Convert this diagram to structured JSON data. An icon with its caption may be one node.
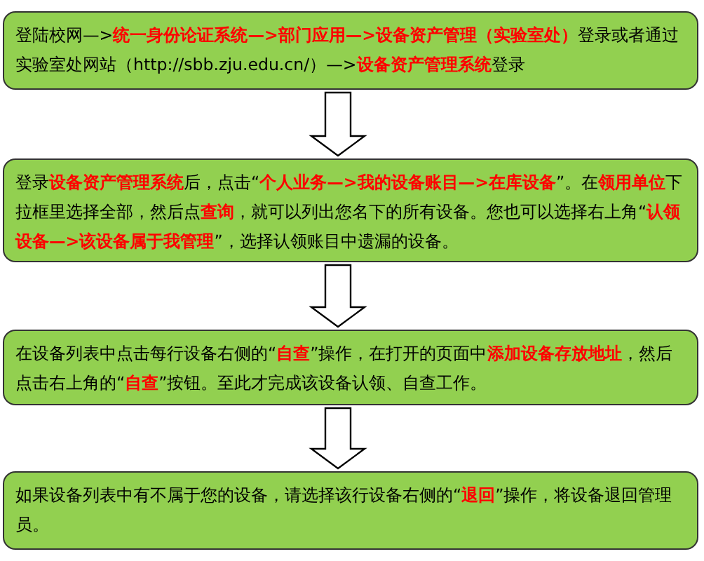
{
  "diagram": {
    "nodes": [
      {
        "text": [
          "登陆校网—>**统一身份论证系统—>部门应用—>设备资产管理（实验室处）**登录或者通过实验室处网站（http://sbb.zju.edu.cn/）—>**设备资产管理系统**登录"
        ]
      },
      {
        "text": [
          "登录**设备资产管理系统**后，点击“**个人业务—>我的设备账目—>在库设备**”。在**领用单位**下拉框里选择全部，然后点**查询**，就可以列出您名下的所有设备。您也可以选择右上角“**认领设备—>该设备属于我管理**”，选择认领账目中遗漏的设备。"
        ]
      },
      {
        "text": [
          "在设备列表中点击每行设备右侧的“**自查**”操作，在打开的页面中**添加设备存放地址**，然后点击右上角的“**自查**”按钮。至此才完成该设备认领、自查工作。"
        ]
      },
      {
        "text": [
          "如果设备列表中有不属于您的设备，请选择该行设备右侧的“**退回**”操作，将设备退回管理员。"
        ]
      }
    ],
    "edges": [
      {
        "from": 0,
        "to": 1,
        "arrow": "to"
      },
      {
        "from": 1,
        "to": 2,
        "arrow": "to"
      },
      {
        "from": 2,
        "to": 3,
        "arrow": "to"
      }
    ]
  }
}
